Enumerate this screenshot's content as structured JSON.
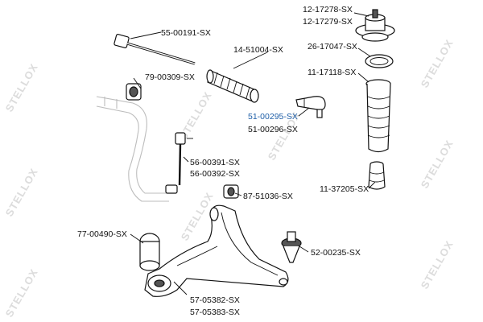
{
  "watermark": {
    "brand": "STELLOX"
  },
  "labels": {
    "top_mount_a": "12-17278-SX",
    "top_mount_b": "12-17279-SX",
    "tie_rod_axial": "55-00191-SX",
    "steering_boot": "14-51004-SX",
    "spring_seat": "26-17047-SX",
    "stabilizer_bush": "79-00309-SX",
    "dust_cover": "11-17118-SX",
    "tie_rod_end_a": "51-00295-SX",
    "tie_rod_end_b": "51-00296-SX",
    "stab_link_a": "56-00391-SX",
    "stab_link_b": "56-00392-SX",
    "bump_stop": "11-37205-SX",
    "arm_bush_front": "87-51036-SX",
    "arm_bush_rear": "77-00490-SX",
    "ball_joint": "52-00235-SX",
    "control_arm_a": "57-05382-SX",
    "control_arm_b": "57-05383-SX"
  },
  "colors": {
    "highlight": "#1f5fa8",
    "ink": "#111111",
    "watermark": "#dcdcdc"
  }
}
